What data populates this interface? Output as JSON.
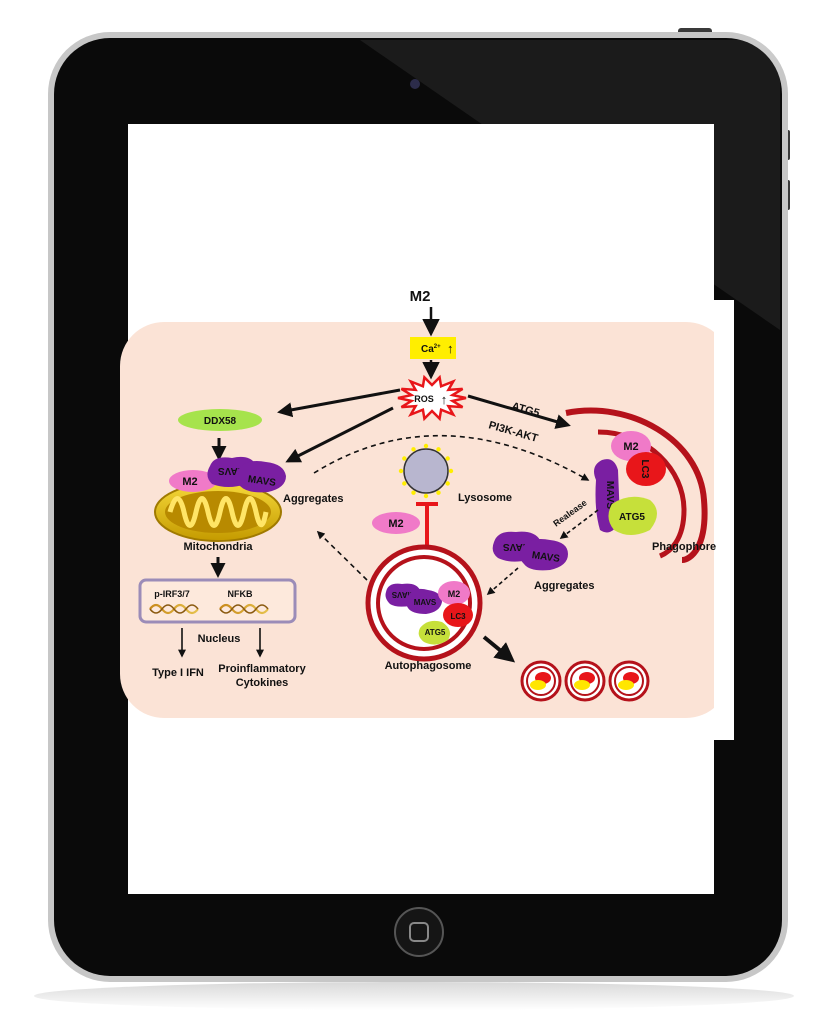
{
  "diagram": {
    "stimulus": "M2",
    "calcium": {
      "base": "Ca",
      "superscript": "2+",
      "arrow": "↑"
    },
    "ros": {
      "text": "ROS",
      "arrow": "↑"
    },
    "pathway_top": "ATG5",
    "pathway_bottom": "PI3K-AKT",
    "ddx58": "DDX58",
    "m2_left": "M2",
    "mavs_a": "MAVS",
    "mavs_b": "MAVS",
    "aggregates_left": "Aggregates",
    "mitochondria": "Mitochondria",
    "nucleus_factor_1": "p-IRF3/7",
    "nucleus_factor_2": "NFKB",
    "nucleus": "Nucleus",
    "type1_ifn": "Type I IFN",
    "cytokines_line1": "Proinflammatory",
    "cytokines_line2": "Cytokines",
    "lysosome": "Lysosome",
    "m2_inhibitor": "M2",
    "phago_m2": "M2",
    "phago_lc3": "LC3",
    "phago_mavs": "MAVS",
    "phago_atg5": "ATG5",
    "phagophore": "Phagophore",
    "release": "Realease",
    "agg_mavs_a": "MAVS",
    "agg_mavs_b": "MAVS",
    "aggregates_right": "Aggregates",
    "auto_mavs_a": "MAVS",
    "auto_mavs_b": "MAVS",
    "auto_m2": "M2",
    "auto_lc3": "LC3",
    "auto_atg5": "ATG5",
    "autophagosome": "Autophagosome"
  },
  "colors": {
    "background_panel": "#fbe3d6",
    "device_frame": "#0a0a0a",
    "mavs": "#7a1fa2",
    "m2": "#f07ac8",
    "lc3": "#e8161a",
    "atg5": "#c6e03a",
    "ddx58": "#a6e34c",
    "calcium": "#ffee00",
    "ros_burst": "#e8161a",
    "membrane": "#b5121b",
    "mitochondria": "#d9b000",
    "lysosome": "#b8b6cf"
  }
}
